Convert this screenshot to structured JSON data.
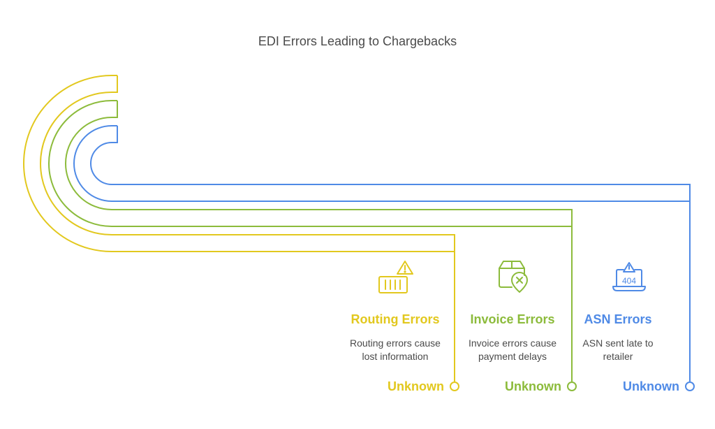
{
  "title": "EDI Errors Leading to Chargebacks",
  "colors": {
    "routing": "#e2c81e",
    "invoice": "#8cbb3b",
    "asn": "#4f8ae6",
    "text": "#4a4a4a"
  },
  "items": [
    {
      "key": "routing",
      "heading": "Routing Errors",
      "description_line1": "Routing errors cause",
      "description_line2": "lost information",
      "value": "Unknown",
      "icon": "shipping-container-warning-icon"
    },
    {
      "key": "invoice",
      "heading": "Invoice Errors",
      "description_line1": "Invoice errors cause",
      "description_line2": "payment delays",
      "value": "Unknown",
      "icon": "package-cancel-icon"
    },
    {
      "key": "asn",
      "heading": "ASN Errors",
      "description_line1": "ASN sent late to",
      "description_line2": "retailer",
      "value": "Unknown",
      "icon": "laptop-404-warning-icon"
    }
  ]
}
